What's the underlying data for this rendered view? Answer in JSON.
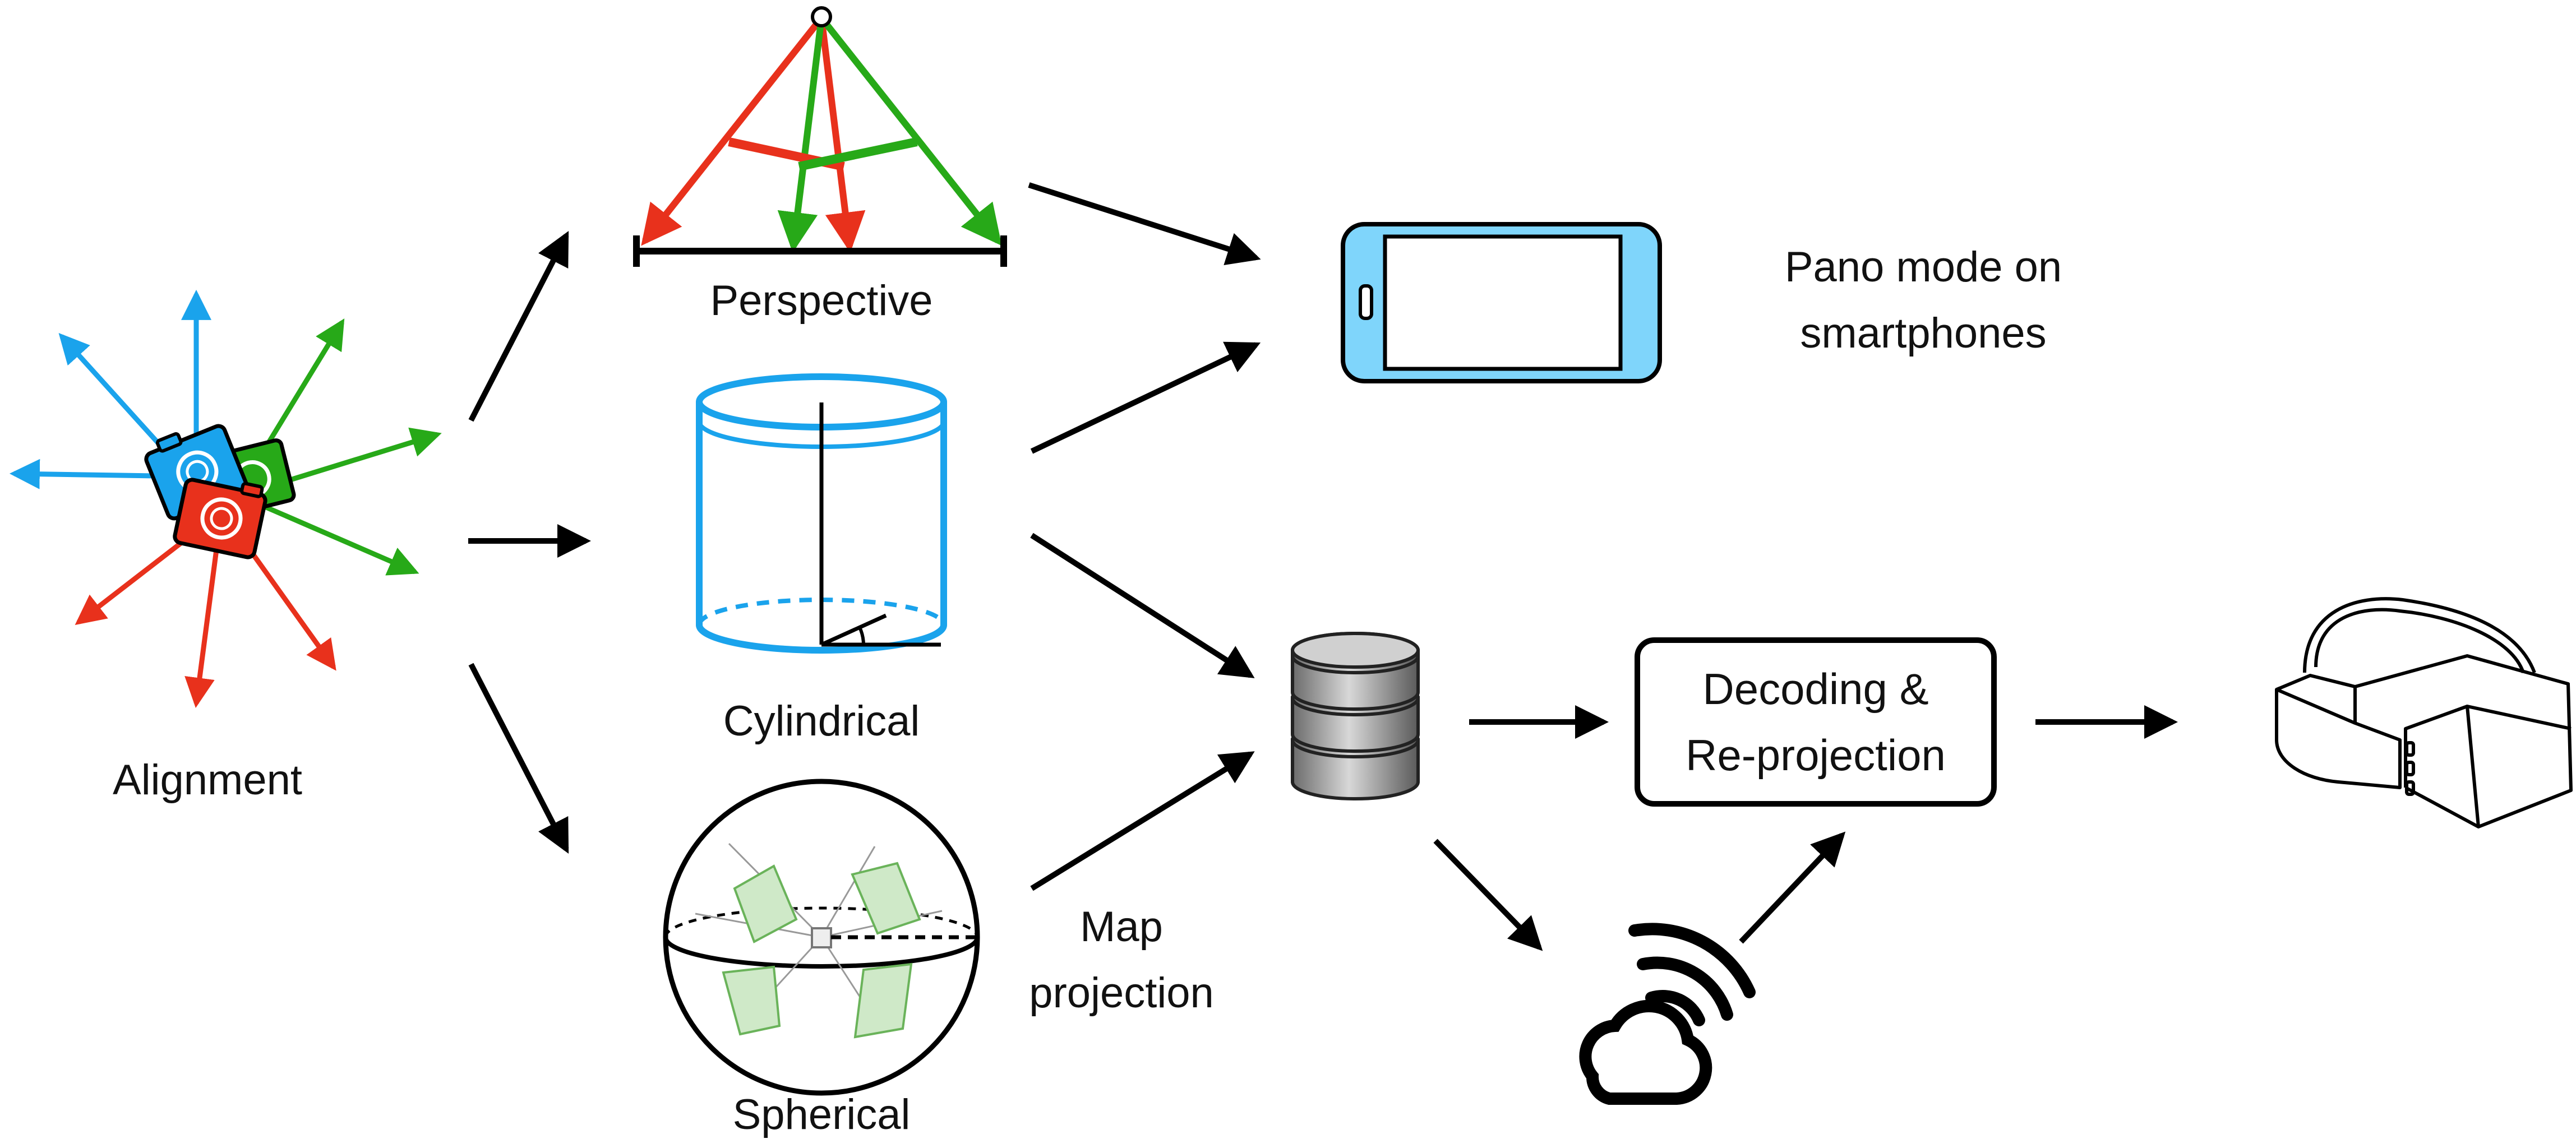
{
  "labels": {
    "alignment": "Alignment",
    "perspective": "Perspective",
    "cylindrical": "Cylindrical",
    "spherical": "Spherical",
    "map_projection": [
      "Map",
      "projection"
    ],
    "pano_mode": [
      "Pano mode on",
      "smartphones"
    ],
    "decoding": [
      "Decoding &",
      "Re-projection"
    ]
  },
  "colors": {
    "blue": "#1aa3ec",
    "green": "#27a918",
    "red": "#e8311c",
    "phone_fill": "#7fd5fb",
    "sphere_patch": "#cfe9c8",
    "ink": "#000000"
  },
  "icons": {
    "alignment": "camera-rig-icon",
    "perspective": "perspective-projection-icon",
    "cylindrical": "cylinder-icon",
    "spherical": "sphere-icon",
    "smartphone": "smartphone-icon",
    "storage": "database-icon",
    "cloud": "cloud-streaming-icon",
    "headset": "vr-headset-icon"
  }
}
